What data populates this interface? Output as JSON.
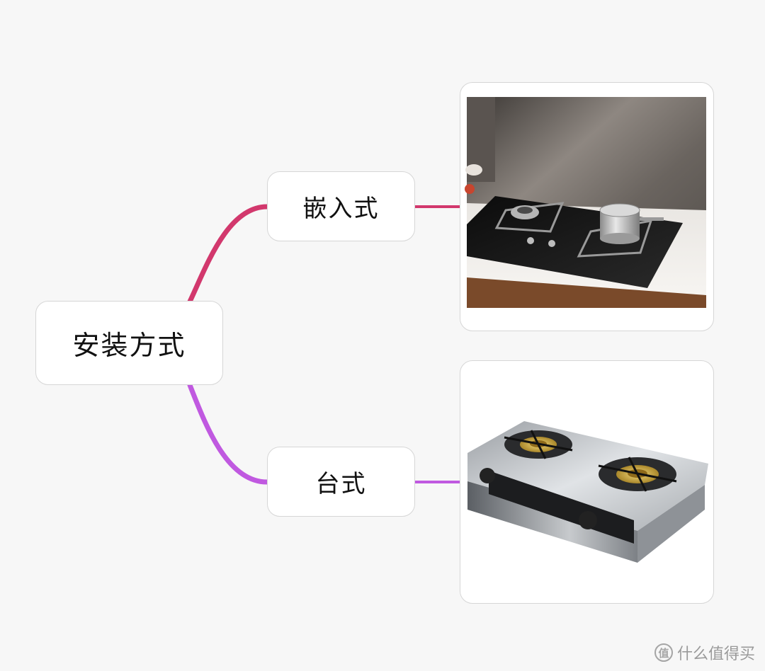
{
  "mindmap": {
    "root": {
      "label": "安装方式"
    },
    "branches": [
      {
        "label": "嵌入式",
        "color": "#d2386d",
        "image_alt": "嵌入式燃气灶"
      },
      {
        "label": "台式",
        "color": "#c059e0",
        "image_alt": "台式燃气灶"
      }
    ]
  },
  "watermark": {
    "text": "什么值得买",
    "icon": "值"
  },
  "colors": {
    "background": "#f7f7f7",
    "node_bg": "#ffffff",
    "node_border": "#d6d6d6"
  }
}
